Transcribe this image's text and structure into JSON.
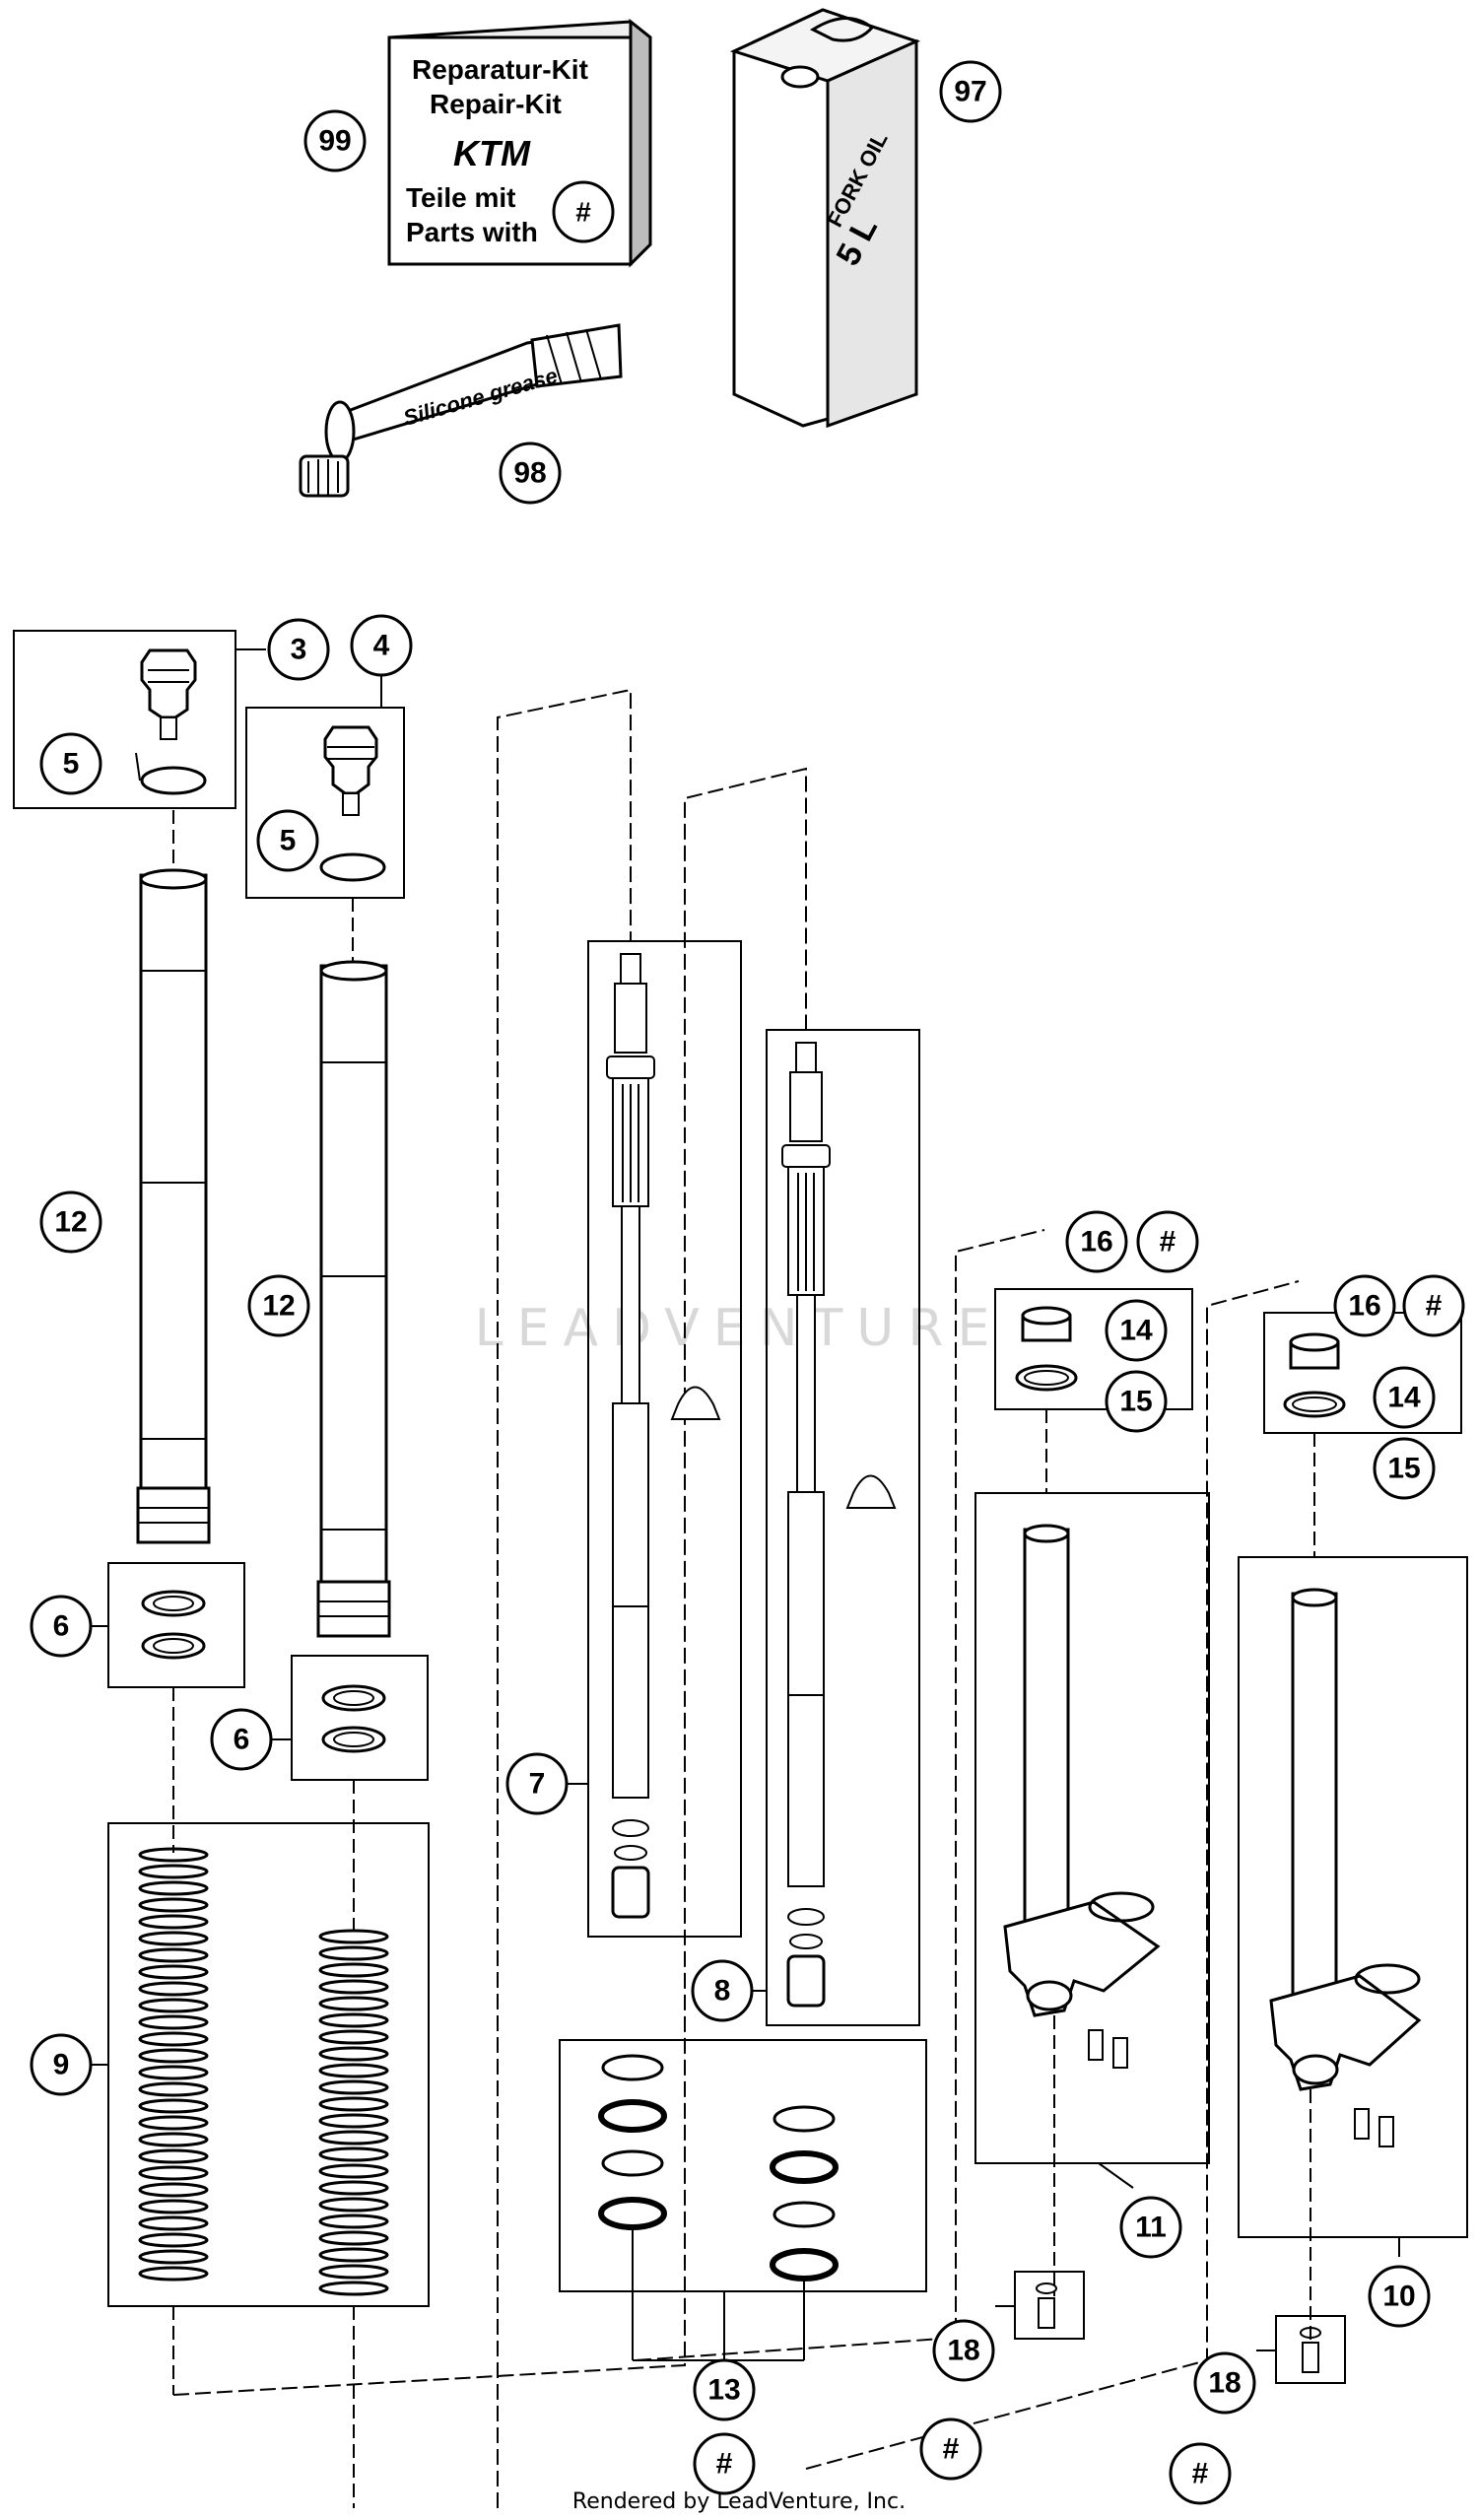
{
  "kit_box": {
    "line1": "Reparatur-Kit",
    "line2": "Repair-Kit",
    "brand": "KTM",
    "line3": "Teile mit",
    "line4": "Parts with",
    "hash": "#"
  },
  "oil_can": {
    "line1": "FORK OIL",
    "line2": "5 L"
  },
  "grease_tube": {
    "label": "Silicone grease"
  },
  "watermark": "LEADVENTURE",
  "footer": "Rendered by LeadVenture, Inc.",
  "callouts": {
    "c99": "99",
    "c97": "97",
    "c98": "98",
    "c3": "3",
    "c4": "4",
    "c5a": "5",
    "c5b": "5",
    "c12a": "12",
    "c12b": "12",
    "c6a": "6",
    "c6b": "6",
    "c9": "9",
    "c7": "7",
    "c8": "8",
    "c16a": "16",
    "h16a": "#",
    "c14a": "14",
    "c15a": "15",
    "c16b": "16",
    "h16b": "#",
    "c14b": "14",
    "c15b": "15",
    "c11": "11",
    "c10": "10",
    "c13": "13",
    "c18a": "18",
    "c18b": "18",
    "hA": "#",
    "hB": "#",
    "hC": "#"
  }
}
